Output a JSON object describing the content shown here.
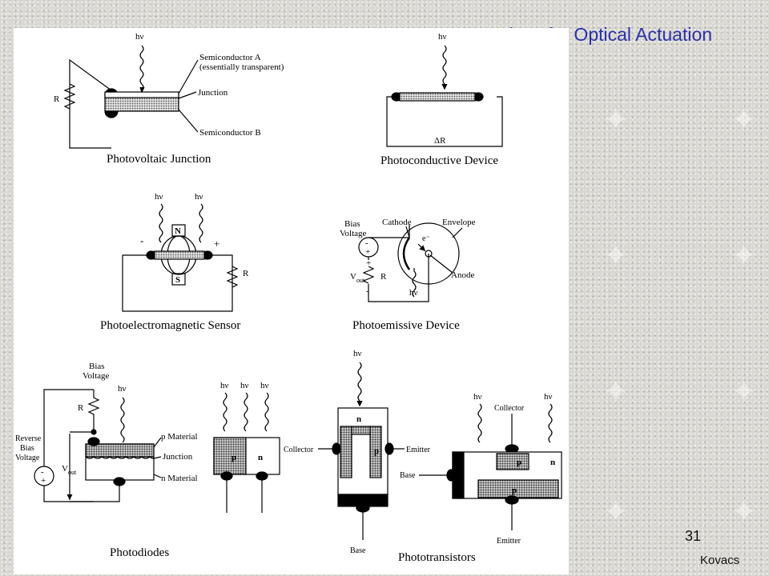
{
  "slide": {
    "title": "Devices for Optical Actuation",
    "slide_number": "31",
    "author": "Kovacs"
  },
  "diagram": {
    "photon": "hν",
    "photovoltaic": {
      "caption": "Photovoltaic Junction",
      "resistor": "R",
      "semiconductor_a": "Semiconductor A",
      "semiconductor_a_note": "(essentially transparent)",
      "junction": "Junction",
      "semiconductor_b": "Semiconductor B"
    },
    "photoconductive": {
      "caption": "Photoconductive Device",
      "resistance_change": "ΔR"
    },
    "photoelectromagnetic": {
      "caption": "Photoelectromagnetic Sensor",
      "north": "N",
      "south": "S",
      "minus": "-",
      "plus": "+",
      "resistor": "R"
    },
    "photoemissive": {
      "caption": "Photoemissive Device",
      "bias": "Bias",
      "voltage": "Voltage",
      "cathode": "Cathode",
      "envelope": "Envelope",
      "electron": "e⁻",
      "anode": "Anode",
      "vout": "V",
      "vout_sub": "out",
      "resistor": "R",
      "minus": "-",
      "plus": "+"
    },
    "photodiodes": {
      "caption": "Photodiodes",
      "bias": "Bias",
      "voltage": "Voltage",
      "resistor": "R",
      "reverse": "Reverse",
      "reverse_bias": "Bias",
      "reverse_voltage": "Voltage",
      "vout": "V",
      "vout_sub": "out",
      "p_material": "p Material",
      "junction": "Junction",
      "n_material": "n Material",
      "p": "p",
      "n": "n",
      "minus": "-",
      "plus": "+"
    },
    "phototransistors": {
      "caption": "Phototransistors",
      "n": "n",
      "p": "p",
      "collector": "Collector",
      "emitter": "Emitter",
      "base": "Base"
    }
  }
}
